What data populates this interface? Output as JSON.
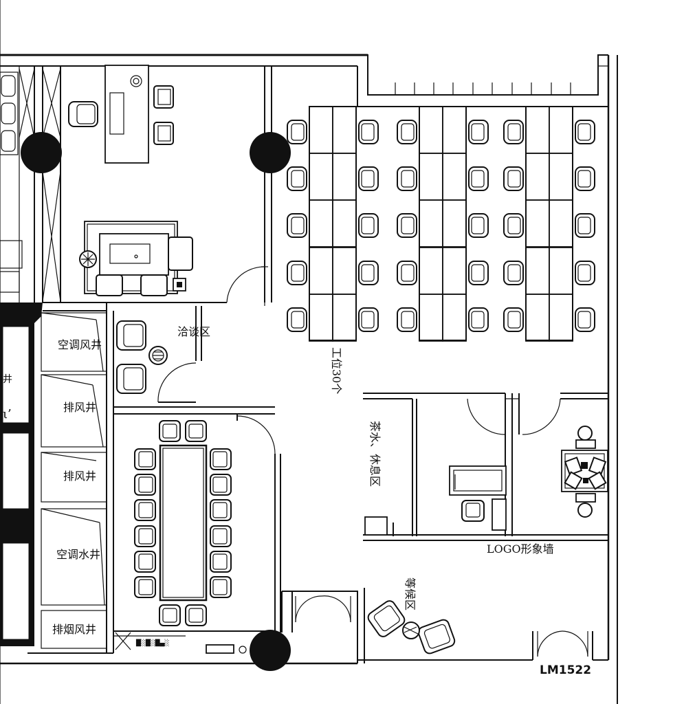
{
  "labels": {
    "ac_shaft_top": "空调风井",
    "exhaust_shaft_1": "排风井",
    "exhaust_shaft_2": "排风井",
    "ac_water_shaft": "空调水井",
    "smoke_shaft": "排烟风井",
    "meeting_area": "洽谈区",
    "workstations": "工位30个",
    "tea_area": "茶水、休息区",
    "logo_wall": "LOGO形象墙",
    "waiting_area": "等候区",
    "door_code": "LM1522"
  },
  "colors": {
    "line": "#111111",
    "background": "#ffffff"
  },
  "icons": {
    "column": "structural-column-icon",
    "office_chair": "office-chair-icon",
    "armchair": "armchair-icon",
    "door_swing": "door-swing-icon",
    "plant": "plant-icon"
  }
}
